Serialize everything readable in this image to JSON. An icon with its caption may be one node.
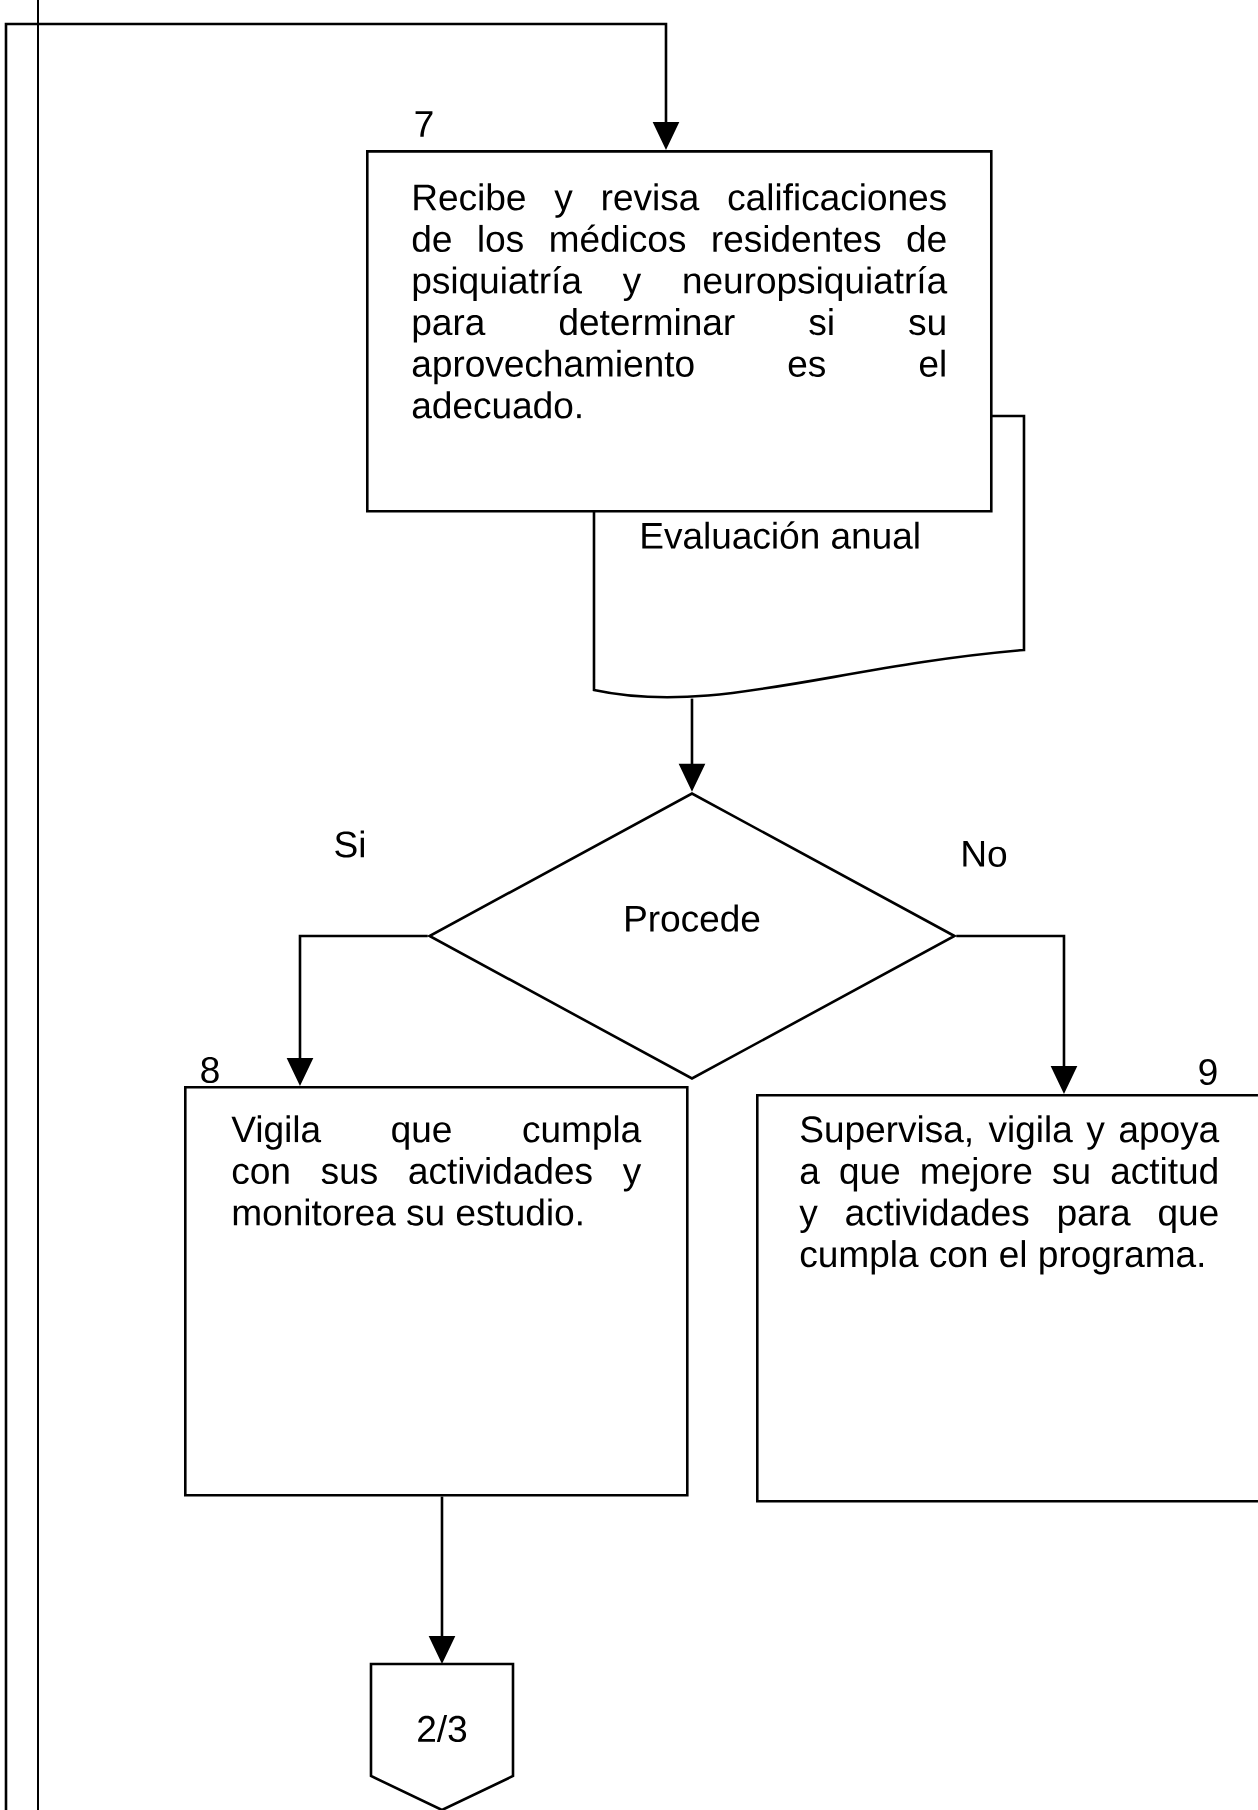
{
  "diagram": {
    "nodes": [
      {
        "text": [
          "Recibe y revisa calificaciones de los médicos residentes de psiquiatría y neuropsiquiatría para determinar si su aprovechamiento es el adecuado."
        ],
        "beside": [
          "7"
        ]
      },
      {
        "text": [
          "Evaluación anual"
        ]
      },
      {
        "text": [
          "Procede"
        ]
      },
      {
        "text": [
          "Vigila que cumpla con sus actividades y monitorea su estudio."
        ],
        "beside": [
          "8"
        ]
      },
      {
        "text": [
          "Supervisa, vigila y apoya a que mejore su actitud y actividades para que cumpla con el programa."
        ],
        "beside": [
          "9"
        ]
      },
      {
        "text": [
          "2/3"
        ]
      }
    ],
    "edges": [
      {
        "from": null,
        "to": 0,
        "arrow": "to"
      },
      {
        "from": 1,
        "to": 2,
        "arrow": "to"
      },
      {
        "from": 2,
        "to": 3,
        "arrow": "to",
        "label": "Si"
      },
      {
        "from": 2,
        "to": 4,
        "arrow": "to",
        "label": "No"
      },
      {
        "from": 3,
        "to": 5,
        "arrow": "to"
      }
    ]
  }
}
